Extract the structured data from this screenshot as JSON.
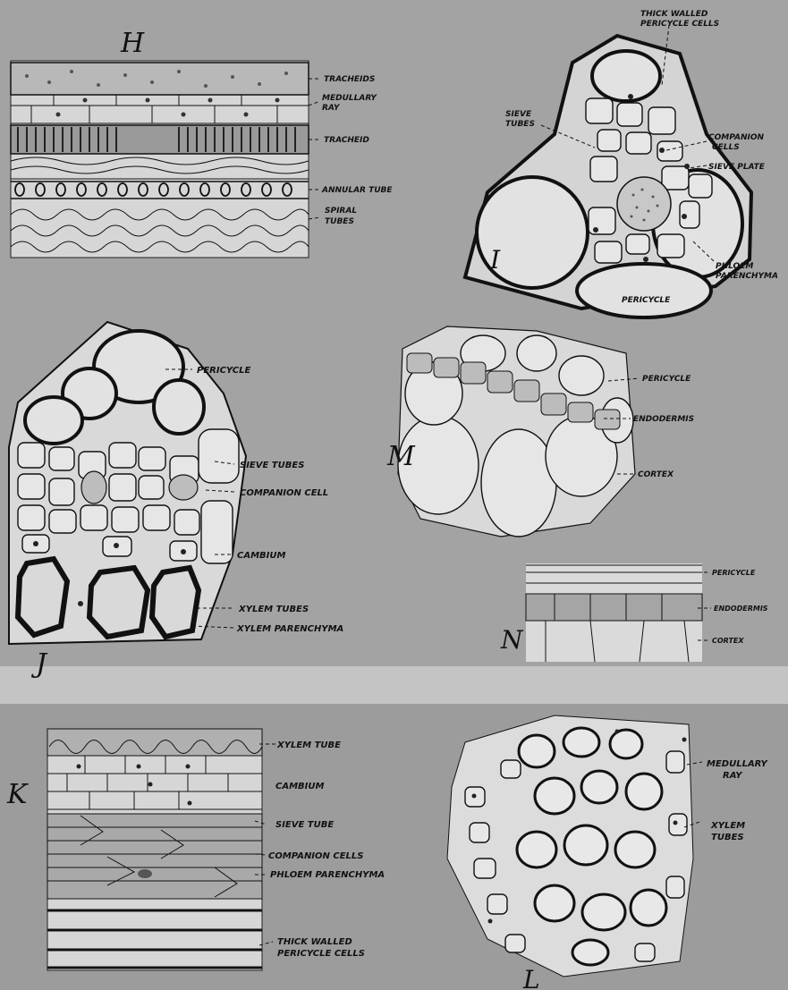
{
  "figures": {
    "H": {
      "letter": "H",
      "labels": [
        "TRACHEIDS",
        "MEDULLARY",
        "RAY",
        "TRACHEID",
        "ANNULAR TUBE",
        "SPIRAL",
        "TUBES"
      ]
    },
    "I": {
      "letter": "I",
      "labels": [
        "THICK WALLED",
        "PERICYCLE CELLS",
        "SIEVE",
        "TUBES",
        "COMPANION",
        "CELLS",
        "SIEVE PLATE",
        "PHLOEM",
        "PARENCHYMA",
        "PERICYCLE"
      ]
    },
    "J": {
      "letter": "J",
      "labels": [
        "PERICYCLE",
        "SIEVE TUBES",
        "COMPANION CELL",
        "CAMBIUM",
        "XYLEM TUBES",
        "XYLEM PARENCHYMA"
      ]
    },
    "M": {
      "letter": "M",
      "labels": [
        "PERICYCLE",
        "ENDODERMIS",
        "CORTEX"
      ]
    },
    "N": {
      "letter": "N",
      "labels": [
        "PERICYCLE",
        "ENDODERMIS",
        "CORTEX"
      ]
    },
    "K": {
      "letter": "K",
      "labels": [
        "XYLEM TUBE",
        "CAMBIUM",
        "SIEVE TUBE",
        "COMPANION CELLS",
        "PHLOEM PARENCHYMA",
        "THICK WALLED",
        "PERICYCLE CELLS"
      ]
    },
    "L": {
      "letter": "L",
      "labels": [
        "MEDULLARY",
        "RAY",
        "XYLEM",
        "TUBES"
      ]
    }
  }
}
